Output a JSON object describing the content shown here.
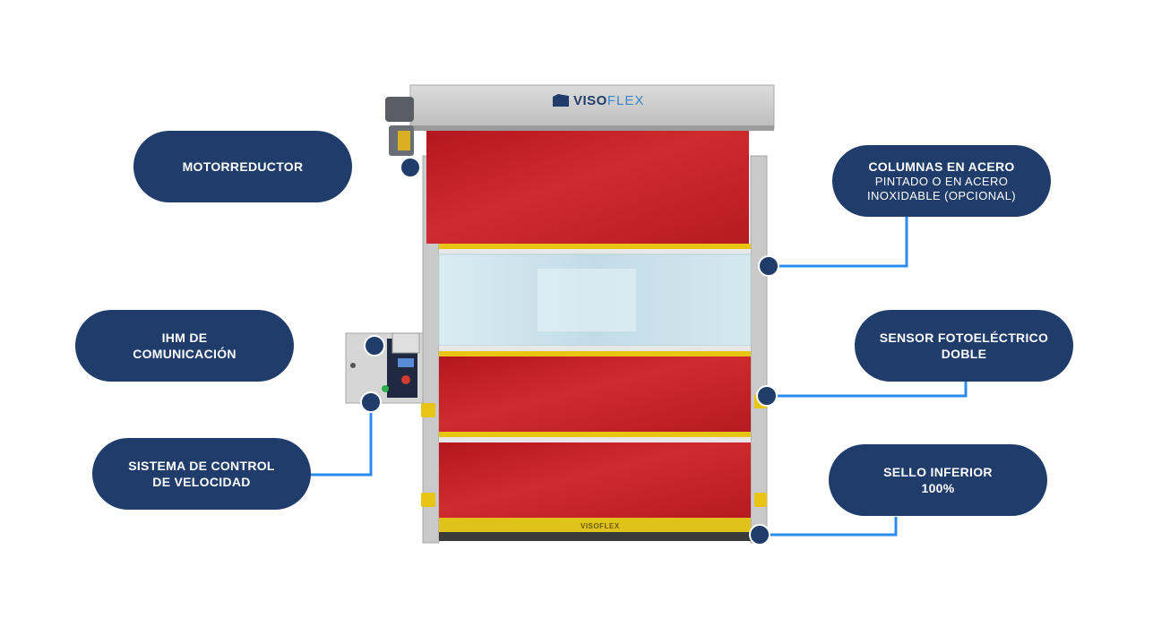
{
  "brand": {
    "logo_main": "VISO",
    "logo_accent": "FLEX",
    "bottom_logo": "VISOFLEX"
  },
  "callouts": {
    "motorreductor": {
      "line1": "MOTORREDUCTOR"
    },
    "columnas": {
      "line1": "COLUMNAS EN ACERO",
      "line2": "PINTADO O EN ACERO",
      "line3": "INOXIDABLE (OPCIONAL)"
    },
    "ihm": {
      "line1": "IHM DE",
      "line2": "COMUNICACIÓN"
    },
    "sensor": {
      "line1": "SENSOR FOTOELÉCTRICO",
      "line2": "DOBLE"
    },
    "sistema": {
      "line1": "SISTEMA DE CONTROL",
      "line2": "DE VELOCIDAD"
    },
    "sello": {
      "line1": "SELLO INFERIOR",
      "line2": "100%"
    }
  },
  "colors": {
    "pill": "#1f3c6b",
    "connector": "#2a8cf0",
    "door_red": "#c21d24",
    "frame_gray": "#c9c9c9",
    "seal_yellow": "#e8c413"
  }
}
